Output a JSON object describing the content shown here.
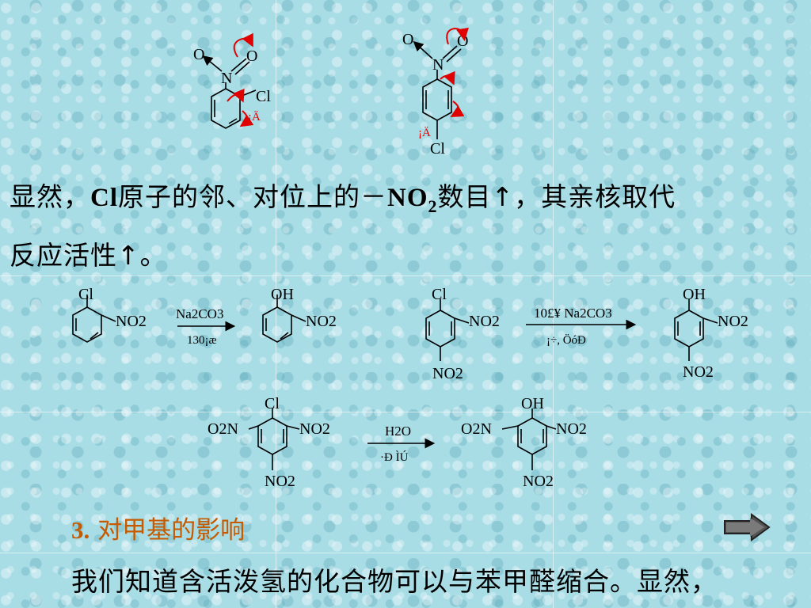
{
  "structures": {
    "s1": {
      "o_left": "O",
      "o_right": "O",
      "n": "N",
      "cl": "Cl",
      "neg": "¡Ä"
    },
    "s2": {
      "o_left": "O",
      "o_right": "O",
      "n": "N",
      "cl": "Cl",
      "neg": "¡Ä"
    }
  },
  "paragraph1": {
    "line1_a": "显然，",
    "line1_cl": "Cl",
    "line1_b": "原子的邻、对位上的－",
    "line1_no": "NO",
    "line1_sub": "2",
    "line1_c": "数目↑，其亲核取代",
    "line2": "反应活性↑。"
  },
  "reaction1": {
    "reactant_sub1": "Cl",
    "reactant_sub2": "NO2",
    "reagent": "Na2CO3",
    "condition": "130¡æ",
    "product_sub1": "OH",
    "product_sub2": "NO2"
  },
  "reaction2": {
    "reactant_sub1": "Cl",
    "reactant_sub2": "NO2",
    "reactant_sub3": "NO2",
    "reagent": "10£¥ Na2CO3",
    "condition": "¡÷, ÖóÐ",
    "product_sub1": "OH",
    "product_sub2": "NO2",
    "product_sub3": "NO2"
  },
  "reaction3": {
    "reactant_sub1": "Cl",
    "reactant_sub2": "O2N",
    "reactant_sub3": "NO2",
    "reactant_sub4": "NO2",
    "reagent": "H2O",
    "condition": "·Ð ÌÚ",
    "product_sub1": "OH",
    "product_sub2": "O2N",
    "product_sub3": "NO2",
    "product_sub4": "NO2"
  },
  "section": {
    "number": "3.",
    "title": " 对甲基的影响"
  },
  "paragraph2": {
    "text": "我们知道含活泼氢的化合物可以与苯甲醛缩合。显然，"
  },
  "nav": {
    "icon": "right-arrow-icon"
  },
  "colors": {
    "arrow_red": "#e00000",
    "heading": "#c55a00",
    "background": "#a9dde6"
  }
}
